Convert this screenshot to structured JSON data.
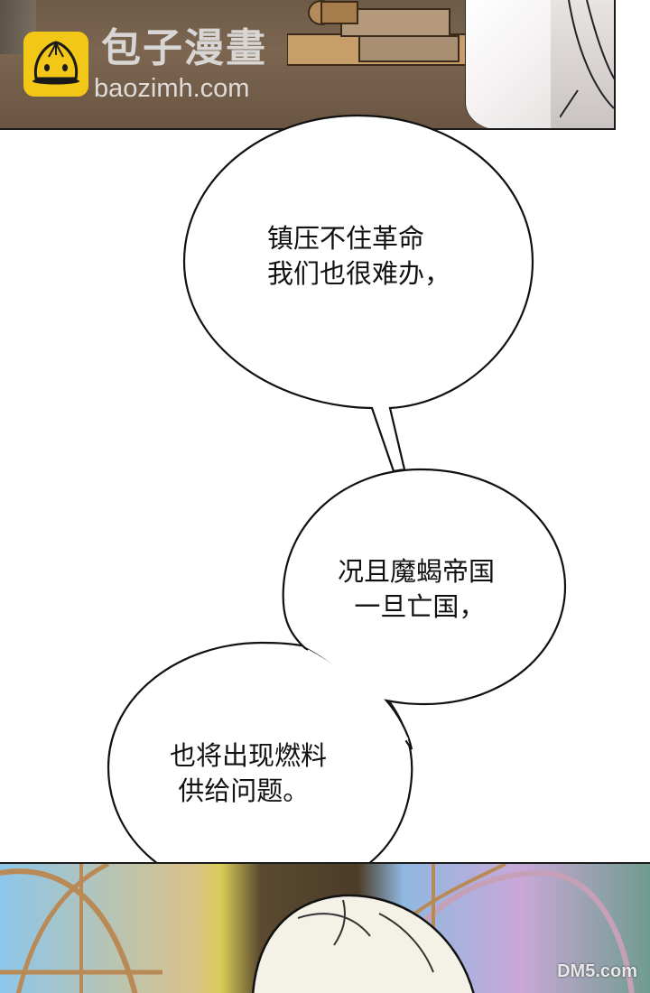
{
  "watermark": {
    "site_name_cn": "包子漫畫",
    "site_url": "baozimh.com",
    "logo_icon": "bun-mascot-icon",
    "logo_color": "#f2c717"
  },
  "bubbles": [
    {
      "id": "bubble-1",
      "lines": [
        "镇压不住革命",
        "我们也很难办，"
      ]
    },
    {
      "id": "bubble-2",
      "lines": [
        "况且魔蝎帝国",
        "一旦亡国，"
      ]
    },
    {
      "id": "bubble-3",
      "lines": [
        "也将出现燃料",
        "供给问题。"
      ]
    }
  ],
  "bubble_text": {
    "b1": "镇压不住革命\n我们也很难办，",
    "b2": "况且魔蝎帝国\n  一旦亡国，",
    "b3": "也将出现燃料\n 供给问题。"
  },
  "footer_watermark": {
    "text": "DM5.com"
  },
  "colors": {
    "panel_border": "#1a1a1a",
    "bubble_stroke": "#111111",
    "background": "#ffffff"
  }
}
